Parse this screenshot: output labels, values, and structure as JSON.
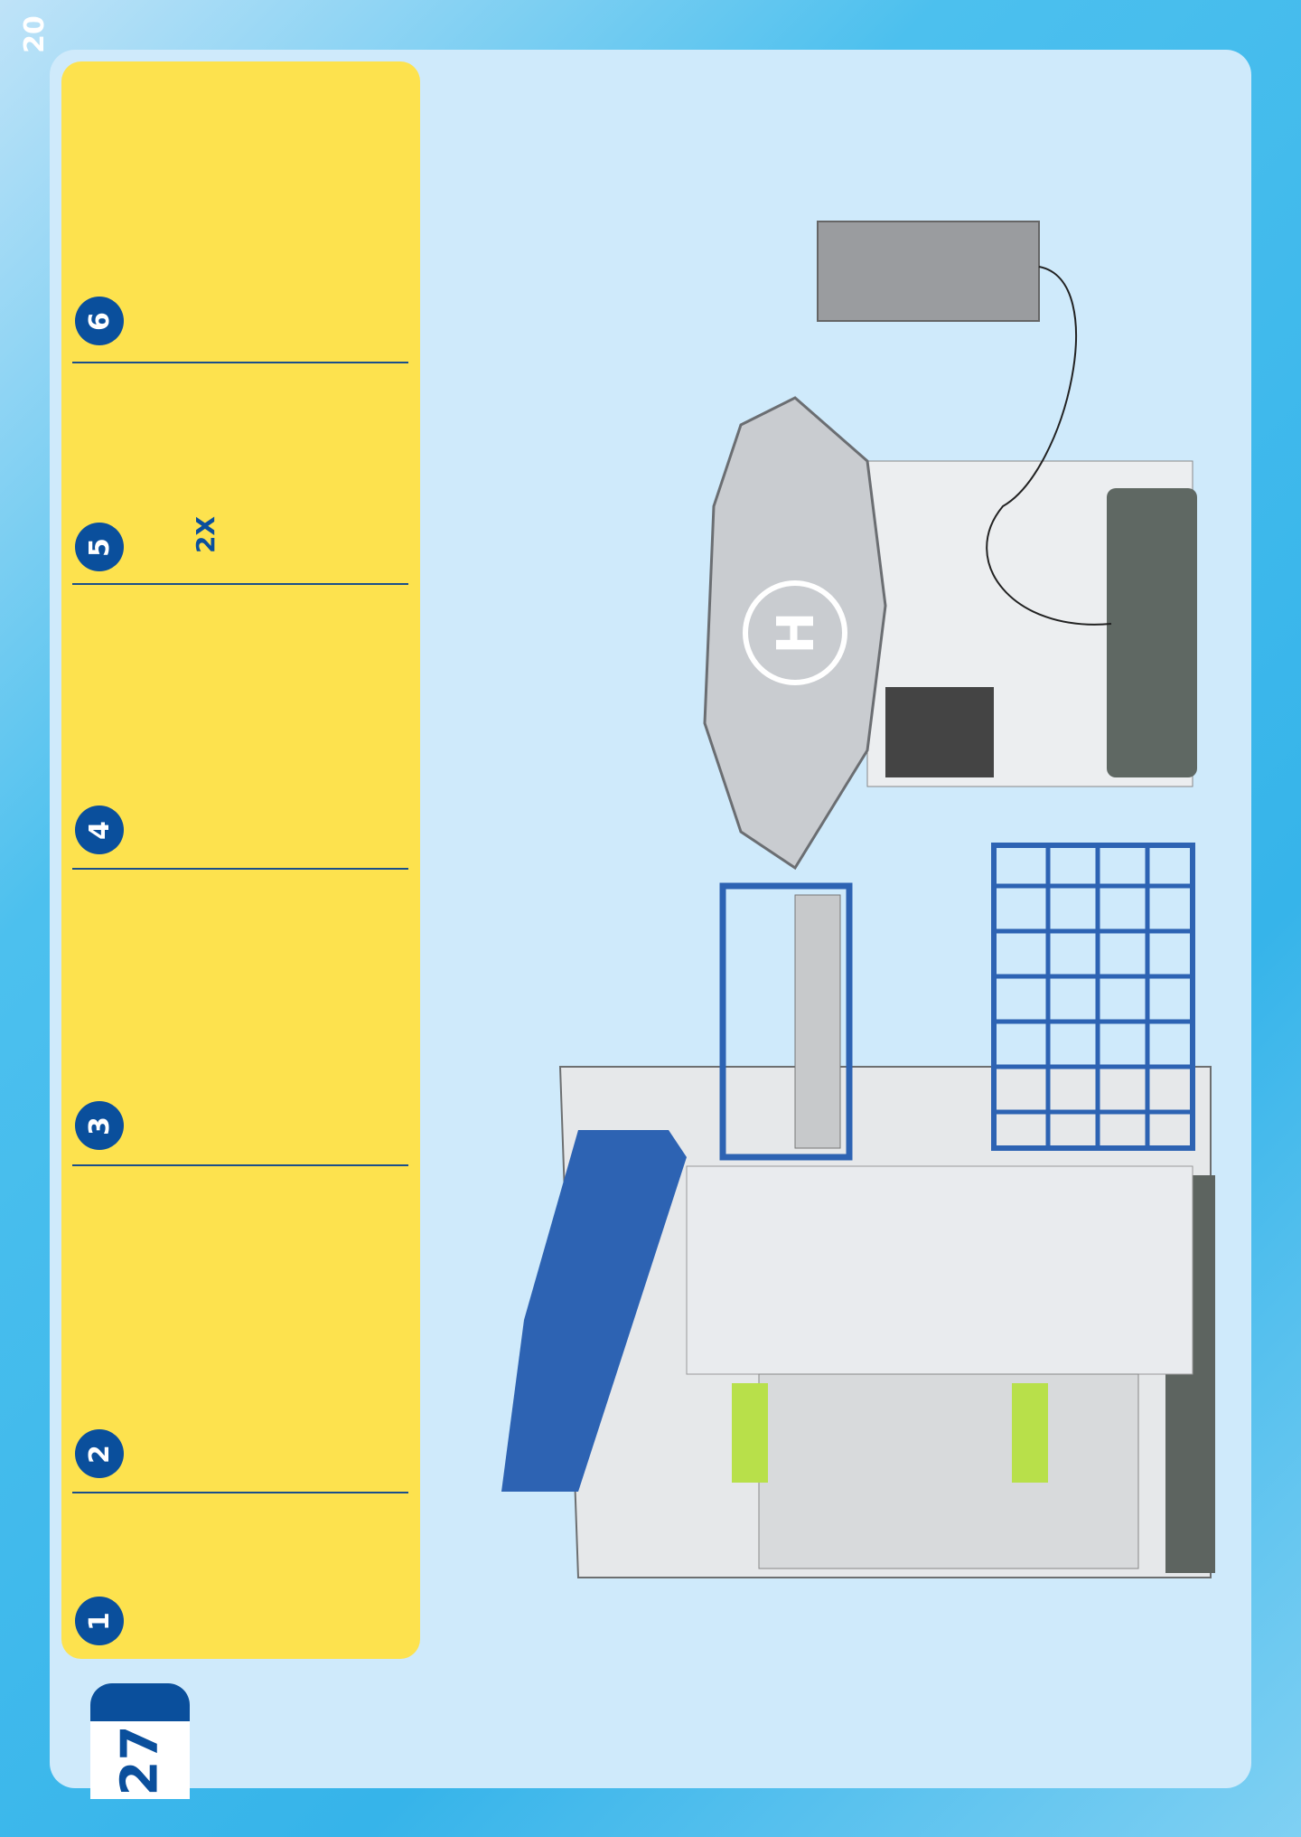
{
  "page_number": "20",
  "step_number": "27",
  "sub_steps": [
    {
      "number": "1"
    },
    {
      "number": "2"
    },
    {
      "number": "3"
    },
    {
      "number": "4"
    },
    {
      "number": "5",
      "multiplier": "2X"
    },
    {
      "number": "6"
    }
  ],
  "colors": {
    "accent": "#0a4f9c",
    "steps_bg": "#fde24e",
    "panel_bg": "#cfeafb"
  }
}
